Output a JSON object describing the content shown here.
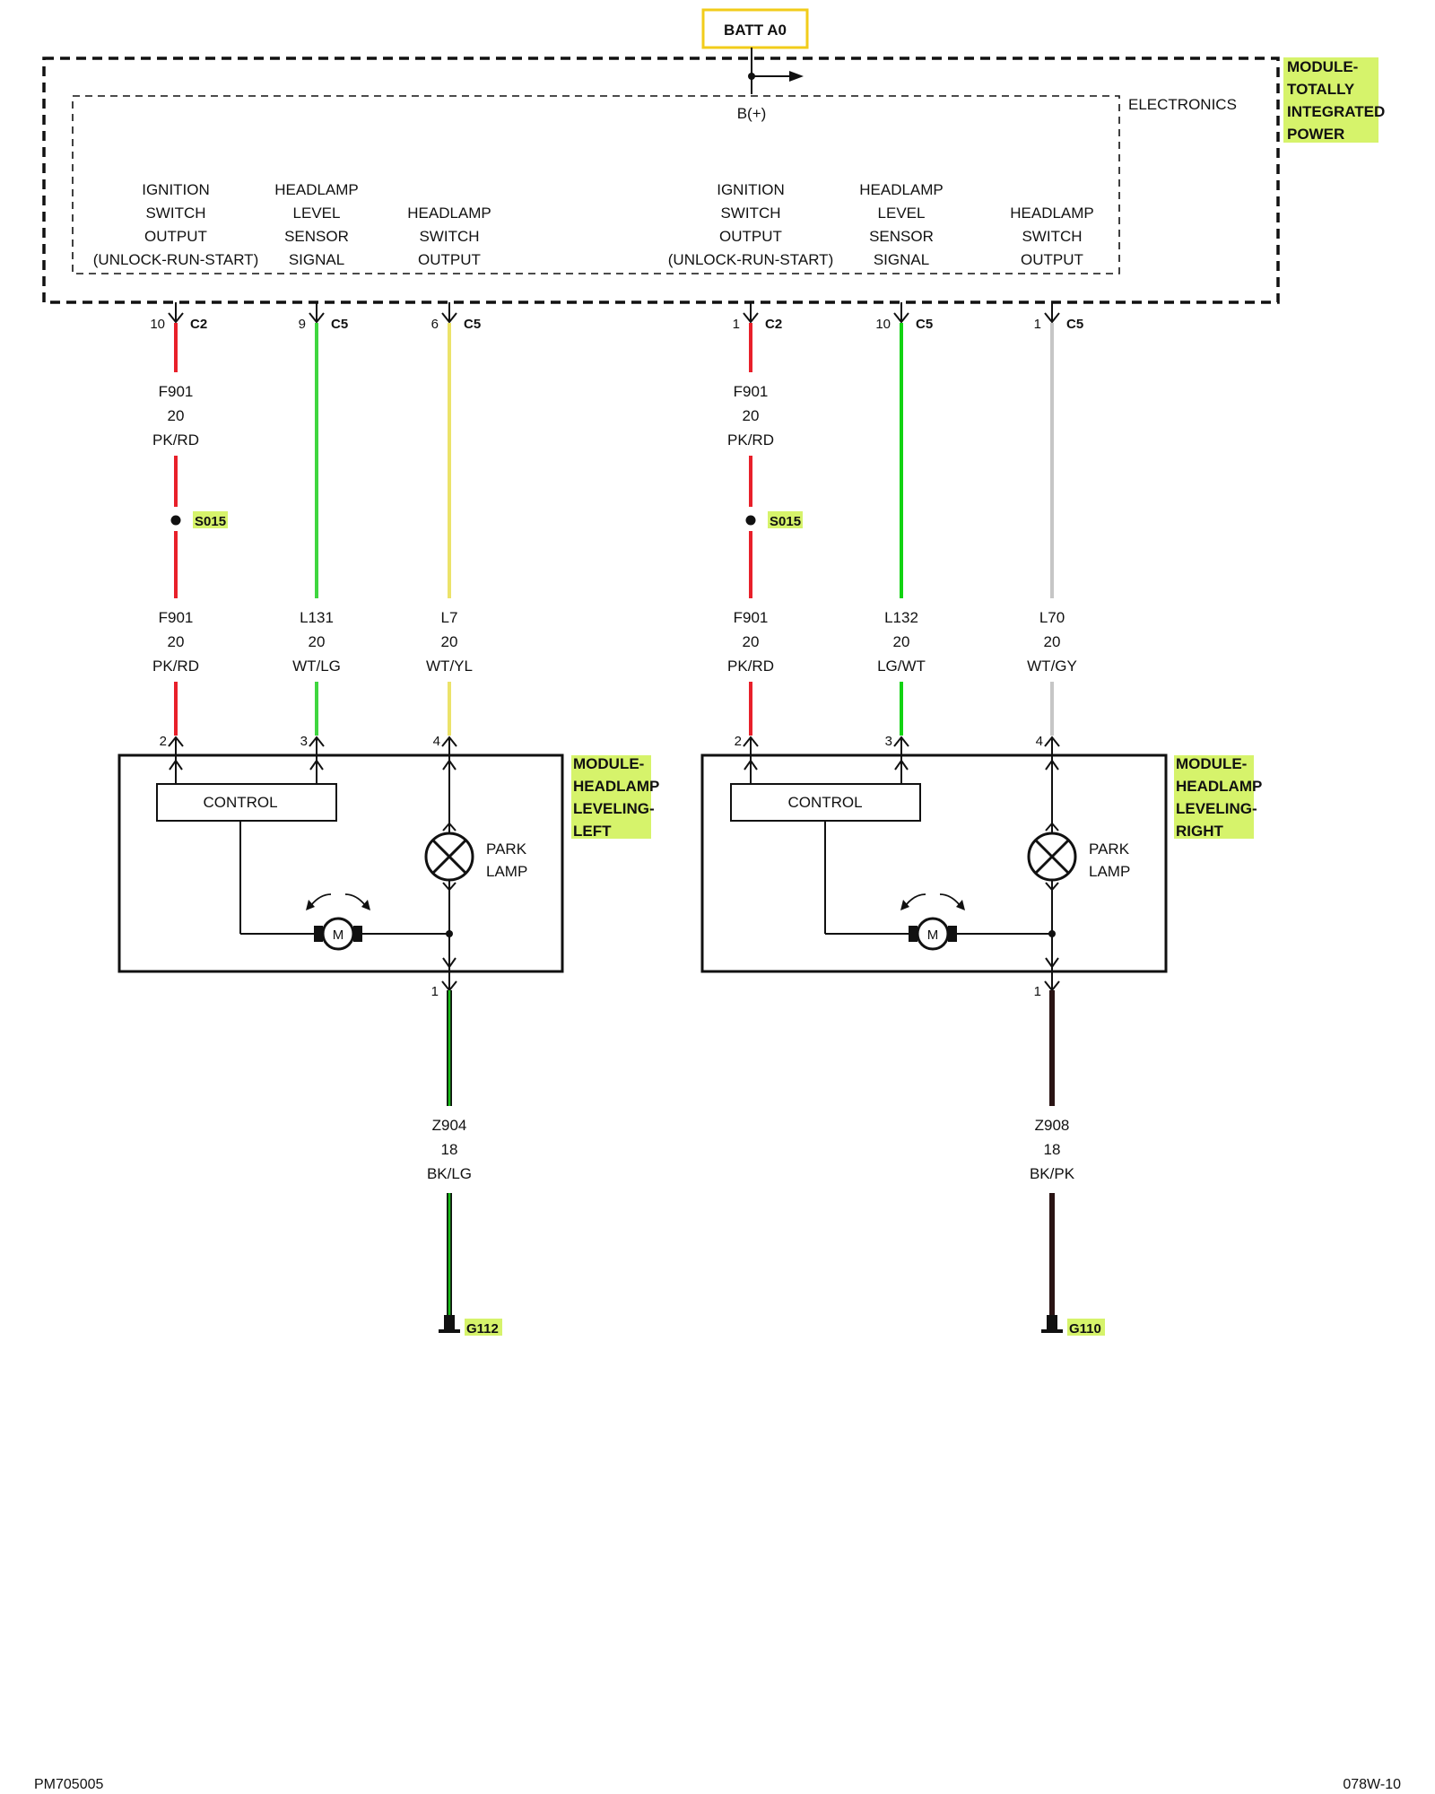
{
  "colors": {
    "PK/RD": "#e8202a",
    "WT/LG": "#3fd63f",
    "LG/WT": "#12d312",
    "WT/YL": "#ece36a",
    "WT/GY": "#c6c6c6",
    "BK/LG": "#111111",
    "BK/LG_stripe": "#19c019",
    "BK/PK": "#2a1414",
    "highlight": "#d6f36b",
    "batt_border": "#f2cc1a"
  },
  "batt_label": "BATT A0",
  "bplus_label": "B(+)",
  "electronics_label": "ELECTRONICS",
  "tipm_label": [
    "MODULE-",
    "TOTALLY",
    "INTEGRATED",
    "POWER"
  ],
  "tipm_functions": [
    {
      "lines": [
        "IGNITION",
        "SWITCH",
        "OUTPUT",
        "(UNLOCK-RUN-START)"
      ]
    },
    {
      "lines": [
        "HEADLAMP",
        "LEVEL",
        "SENSOR",
        "SIGNAL"
      ]
    },
    {
      "lines": [
        "HEADLAMP",
        "SWITCH",
        "OUTPUT"
      ]
    },
    {
      "lines": [
        "IGNITION",
        "SWITCH",
        "OUTPUT",
        "(UNLOCK-RUN-START)"
      ]
    },
    {
      "lines": [
        "HEADLAMP",
        "LEVEL",
        "SENSOR",
        "SIGNAL"
      ]
    },
    {
      "lines": [
        "HEADLAMP",
        "SWITCH",
        "OUTPUT"
      ]
    }
  ],
  "tipm_pins": [
    {
      "num": "10",
      "conn": "C2"
    },
    {
      "num": "9",
      "conn": "C5"
    },
    {
      "num": "6",
      "conn": "C5"
    },
    {
      "num": "1",
      "conn": "C2"
    },
    {
      "num": "10",
      "conn": "C5"
    },
    {
      "num": "1",
      "conn": "C5"
    }
  ],
  "wires_upper": [
    {
      "circuit": "F901",
      "gauge": "20",
      "color": "PK/RD"
    },
    {
      "circuit": "F901",
      "gauge": "20",
      "color": "PK/RD"
    }
  ],
  "splices": [
    "S015",
    "S015"
  ],
  "wires_lower": [
    {
      "circuit": "F901",
      "gauge": "20",
      "color": "PK/RD"
    },
    {
      "circuit": "L131",
      "gauge": "20",
      "color": "WT/LG"
    },
    {
      "circuit": "L7",
      "gauge": "20",
      "color": "WT/YL"
    },
    {
      "circuit": "F901",
      "gauge": "20",
      "color": "PK/RD"
    },
    {
      "circuit": "L132",
      "gauge": "20",
      "color": "LG/WT"
    },
    {
      "circuit": "L70",
      "gauge": "20",
      "color": "WT/GY"
    }
  ],
  "module_pins": [
    "2",
    "3",
    "4",
    "2",
    "3",
    "4"
  ],
  "modules": [
    {
      "label": [
        "MODULE-",
        "HEADLAMP",
        "LEVELING-",
        "LEFT"
      ],
      "control": "CONTROL",
      "lamp": [
        "PARK",
        "LAMP"
      ],
      "motor": "M",
      "ground_pin": "1"
    },
    {
      "label": [
        "MODULE-",
        "HEADLAMP",
        "LEVELING-",
        "RIGHT"
      ],
      "control": "CONTROL",
      "lamp": [
        "PARK",
        "LAMP"
      ],
      "motor": "M",
      "ground_pin": "1"
    }
  ],
  "ground_wires": [
    {
      "circuit": "Z904",
      "gauge": "18",
      "color": "BK/LG"
    },
    {
      "circuit": "Z908",
      "gauge": "18",
      "color": "BK/PK"
    }
  ],
  "grounds": [
    "G112",
    "G110"
  ],
  "footer_left": "PM705005",
  "footer_right": "078W-10"
}
